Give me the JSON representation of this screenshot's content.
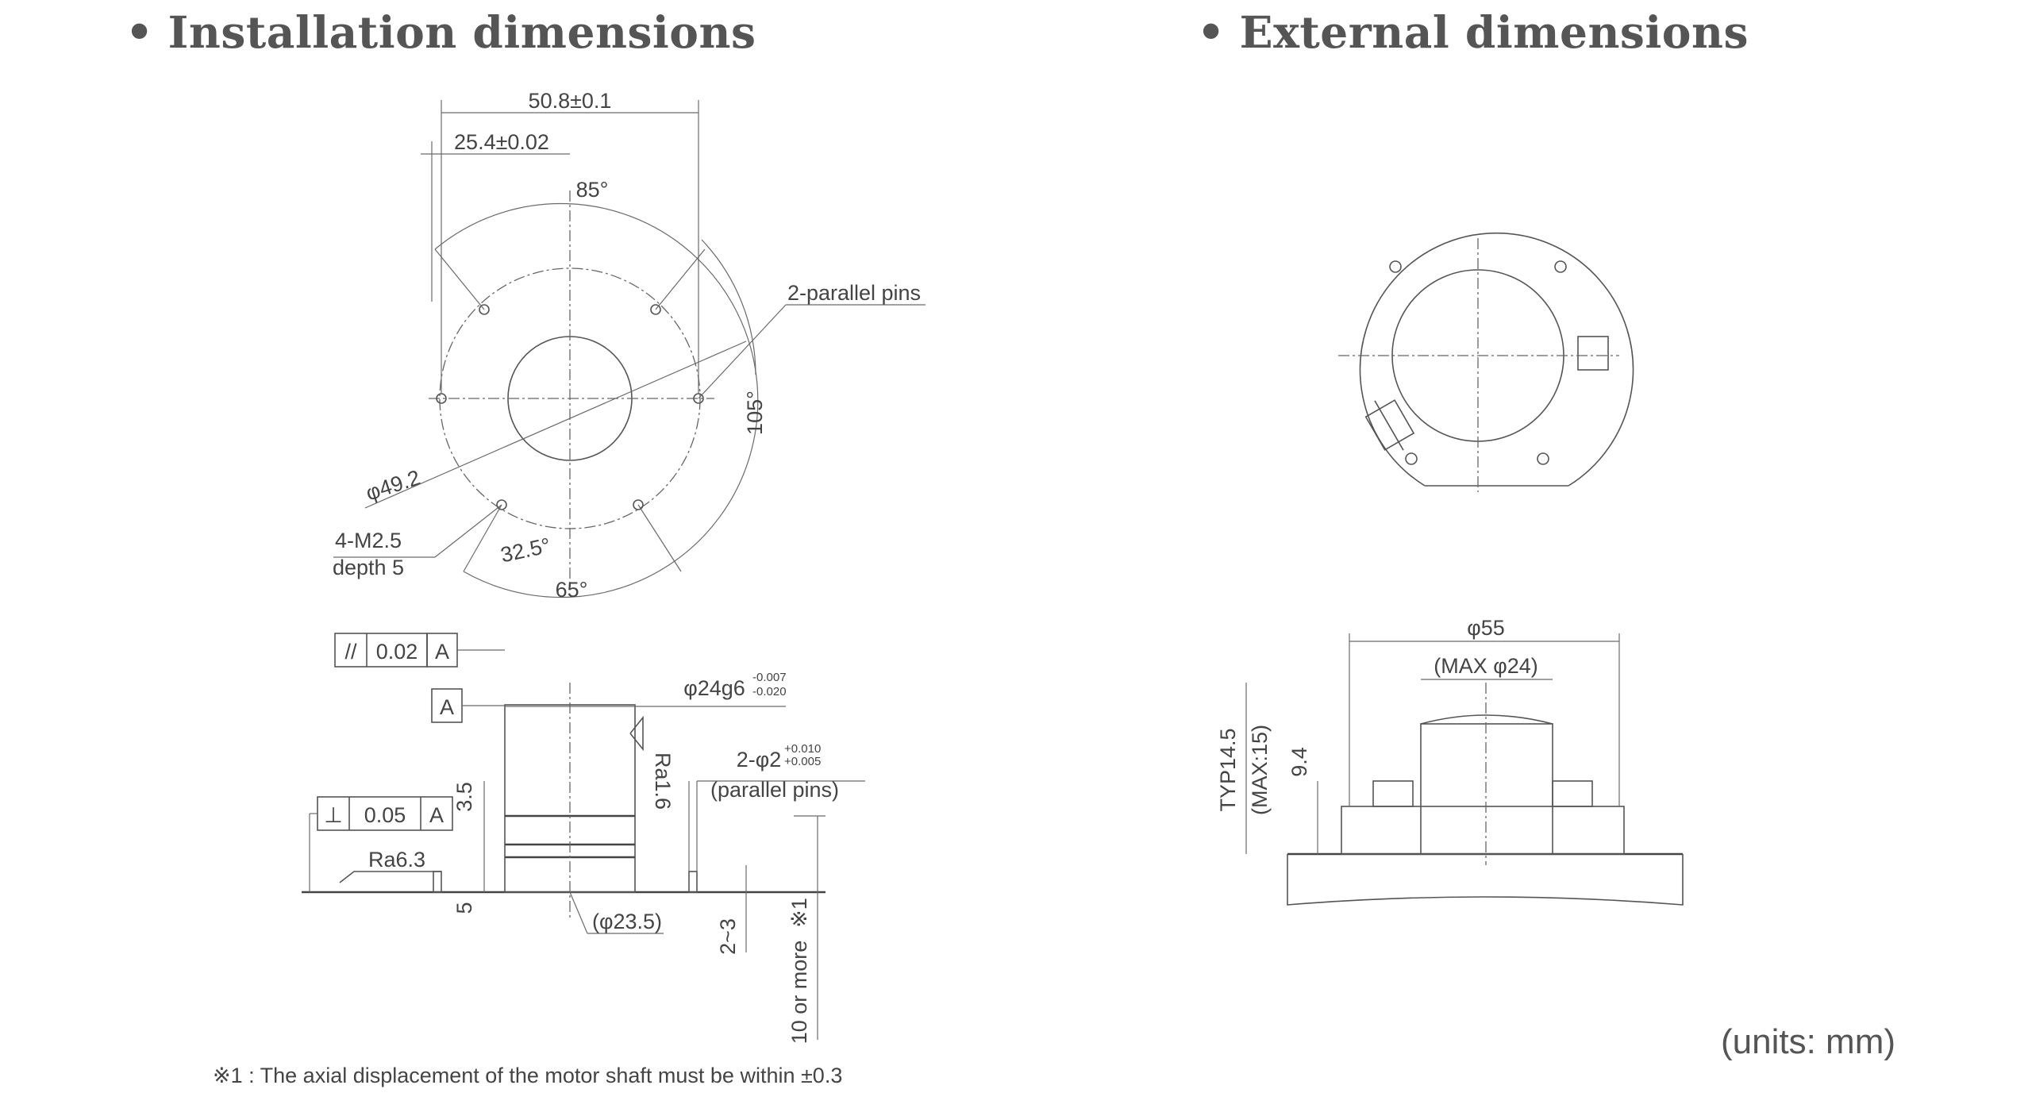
{
  "headings": {
    "installation": "Installation dimensions",
    "external": "External dimensions",
    "bullet": "•"
  },
  "top_view": {
    "dim_bolt_spacing": "50.8±0.1",
    "dim_pin_spacing": "25.4±0.02",
    "angle_top": "85°",
    "angle_right": "105°",
    "angle_bottom": "65°",
    "angle_small": "32.5°",
    "pcd": "φ49.2",
    "pins_label": "2-parallel pins",
    "tapped_holes": "4-M2.5",
    "tapped_depth": "depth 5"
  },
  "side_view": {
    "parallelism_symbol": "//",
    "parallelism_value": "0.02",
    "datum_ref": "A",
    "datum_label": "A",
    "perpendicularity_symbol": "⊥",
    "perpendicularity_value": "0.05",
    "shaft_tolerance": "φ24g6",
    "shaft_tol_upper": "-0.007",
    "shaft_tol_lower": "-0.020",
    "roughness_shaft": "Ra1.6",
    "roughness_face": "Ra6.3",
    "pin_dim": "2-φ2",
    "pin_tol_upper": "+0.010",
    "pin_tol_lower": "+0.005",
    "pin_note": "(parallel pins)",
    "dim_3_5": "3.5",
    "dim_5": "5",
    "dim_2_3": "2~3",
    "dim_10": "10 or more",
    "dim_10_ref": "※1",
    "dim_23_5": "(φ23.5)"
  },
  "external_side": {
    "dim_55": "φ55",
    "dim_max24": "(MAX φ24)",
    "typ": "TYP14.5",
    "max15": "(MAX:15)",
    "dim_9_4": "9.4"
  },
  "footnote": "※1 : The axial displacement of the motor shaft must be within ±0.3",
  "units": "(units: mm)"
}
